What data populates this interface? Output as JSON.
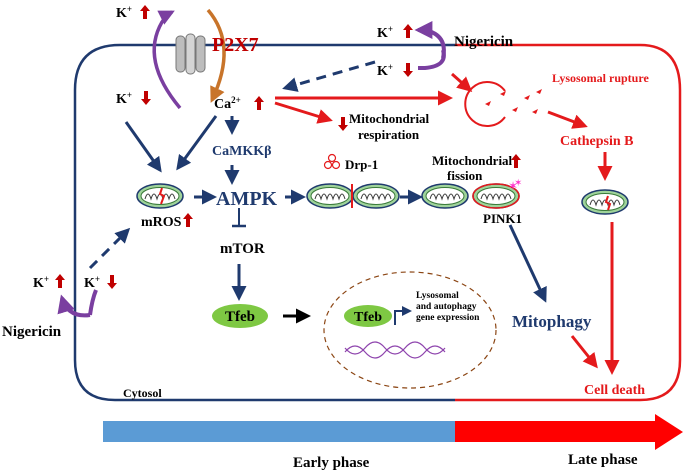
{
  "labels": {
    "p2x7": "P2X7",
    "nigericin_top": "Nigericin",
    "nigericin_left": "Nigericin",
    "k_top_left_out": "K",
    "k_top_left_in": "K",
    "k_top_right_out": "K",
    "k_top_right_in": "K",
    "k_left_out": "K",
    "k_left_in": "K",
    "k_sup": "+",
    "ca": "Ca",
    "ca_sup": "2+",
    "camkkb": "CaMKKβ",
    "ampk": "AMPK",
    "mtor": "mTOR",
    "tfeb": "Tfeb",
    "tfeb_nuclear": "Tfeb",
    "gene_expr_1": "Lysosomal",
    "gene_expr_2": "and autophagy",
    "gene_expr_3": "gene expression",
    "mros": "mROS",
    "drp1": "Drp-1",
    "mito_resp_1": "Mitochondrial",
    "mito_resp_2": "respiration",
    "mito_fission_1": "Mitochondrial",
    "mito_fission_2": "fission",
    "pink1": "PINK1",
    "mitophagy": "Mitophagy",
    "lysosomal_rupture": "Lysosomal rupture",
    "cathepsin_b": "Cathepsin B",
    "cell_death": "Cell death",
    "cytosol": "Cytosol"
  },
  "phase_bar": {
    "early": "Early phase",
    "late": "Late phase"
  },
  "colors": {
    "navy": "#1f3a6e",
    "red": "#e41a1c",
    "dark_red": "#c00000",
    "purple": "#7a3fa0",
    "orange": "#c8742a",
    "mito_fill": "#9fd39a",
    "tfeb_fill": "#7ec843",
    "phase_early": "#5b9bd5",
    "phase_late": "#ff0000"
  }
}
